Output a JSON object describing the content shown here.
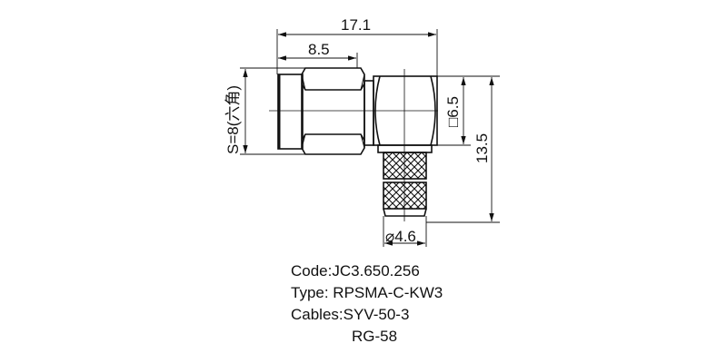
{
  "drawing": {
    "part": "RP-SMA right-angle crimp connector",
    "dimensions": {
      "overall_length": "17.1",
      "hex_section_length": "8.5",
      "hex_size": "S=8(六角)",
      "body_square": "□6.5",
      "overall_height": "13.5",
      "sleeve_diameter": "⌀4.6"
    }
  },
  "specs": {
    "code": "Code:JC3.650.256",
    "type": "Type: RPSMA-C-KW3",
    "cables_line1": "Cables:SYV-50-3",
    "cables_line2": "RG-58"
  },
  "colors": {
    "line": "#111111",
    "background": "#ffffff"
  }
}
